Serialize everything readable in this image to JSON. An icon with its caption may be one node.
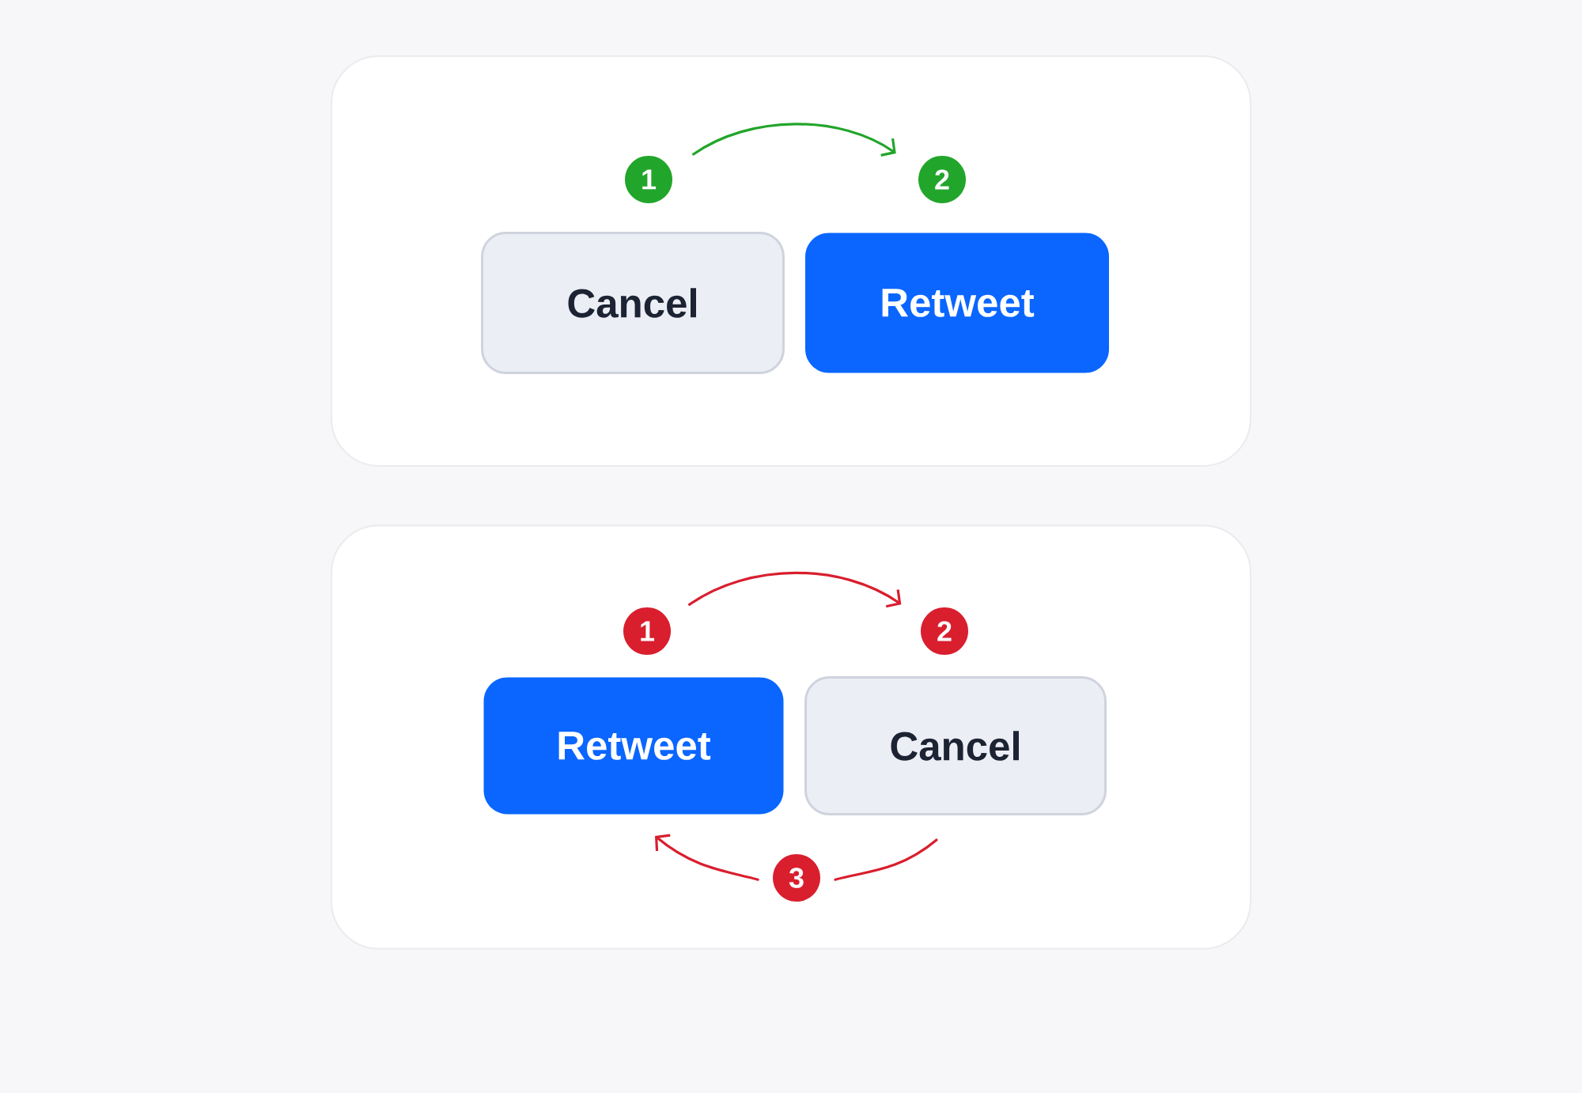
{
  "diagram": {
    "nodes": [
      {
        "text": [],
        "shape": "box"
      },
      {
        "text": [
          "1"
        ],
        "in": 0
      },
      {
        "text": [
          "2"
        ],
        "in": 0
      },
      {
        "text": [
          "Cancel"
        ],
        "in": 0
      },
      {
        "text": [
          "Retweet"
        ],
        "in": 0
      },
      {
        "text": [],
        "shape": "box"
      },
      {
        "text": [
          "1"
        ],
        "in": 5
      },
      {
        "text": [
          "2"
        ],
        "in": 5
      },
      {
        "text": [
          "Retweet"
        ],
        "in": 5
      },
      {
        "text": [
          "Cancel"
        ],
        "in": 5
      },
      {
        "text": [
          "3"
        ],
        "in": 5
      }
    ],
    "edges": [
      {
        "from": 1,
        "to": 2,
        "arrow": "to",
        "color": "#22a52b"
      },
      {
        "from": 6,
        "to": 7,
        "arrow": "to"
      },
      {
        "from": 9,
        "to": 10,
        "arrow": "none"
      },
      {
        "from": 10,
        "to": 8,
        "arrow": "to"
      }
    ]
  }
}
